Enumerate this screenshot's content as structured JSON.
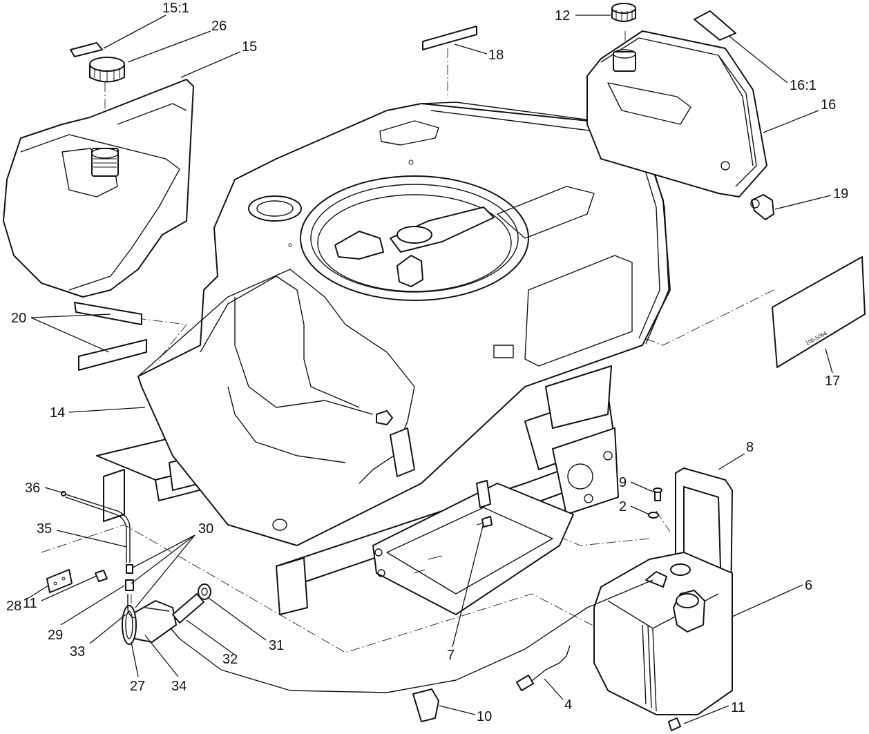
{
  "callouts": {
    "c15_1": "15:1",
    "c26": "26",
    "c15": "15",
    "c12": "12",
    "c18": "18",
    "c16_1": "16:1",
    "c16": "16",
    "c19": "19",
    "c20": "20",
    "c17": "17",
    "c14": "14",
    "c8": "8",
    "c9": "9",
    "c2": "2",
    "c36": "36",
    "c30": "30",
    "c35": "35",
    "c6": "6",
    "c28": "28",
    "c11a": "11",
    "c29": "29",
    "c31": "31",
    "c33": "33",
    "c32": "32",
    "c7": "7",
    "c27": "27",
    "c34": "34",
    "c4": "4",
    "c10": "10",
    "c11b": "11"
  },
  "decal_17_text": "106-5064"
}
